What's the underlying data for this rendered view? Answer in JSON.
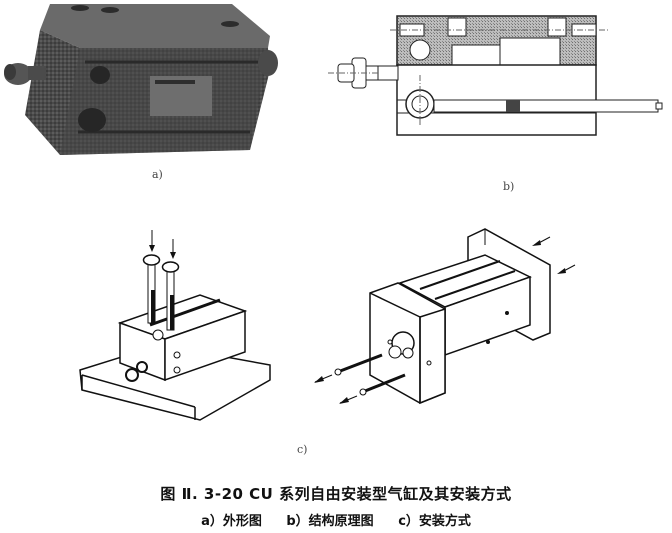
{
  "figure": {
    "panels": [
      {
        "id": "a",
        "label": "a)",
        "description": "外形图 (external appearance photo)"
      },
      {
        "id": "b",
        "label": "b)",
        "description": "结构原理图 (structural principle sectional drawing)"
      },
      {
        "id": "c",
        "label": "c)",
        "description": "安装方式 (mounting methods: top-mounted bolts and through-bolt end-plate mounting)"
      }
    ],
    "caption": {
      "title": "图 Ⅱ. 3-20   CU 系列自由安装型气缸及其安装方式",
      "subtitles": [
        "a）外形图",
        "b）结构原理图",
        "c）安装方式"
      ]
    },
    "colors": {
      "ink": "#111111",
      "photo_dark": "#3a3a3a",
      "photo_mid": "#5a5a5a",
      "hatch": "#8a8a8a",
      "background": "#ffffff"
    }
  }
}
